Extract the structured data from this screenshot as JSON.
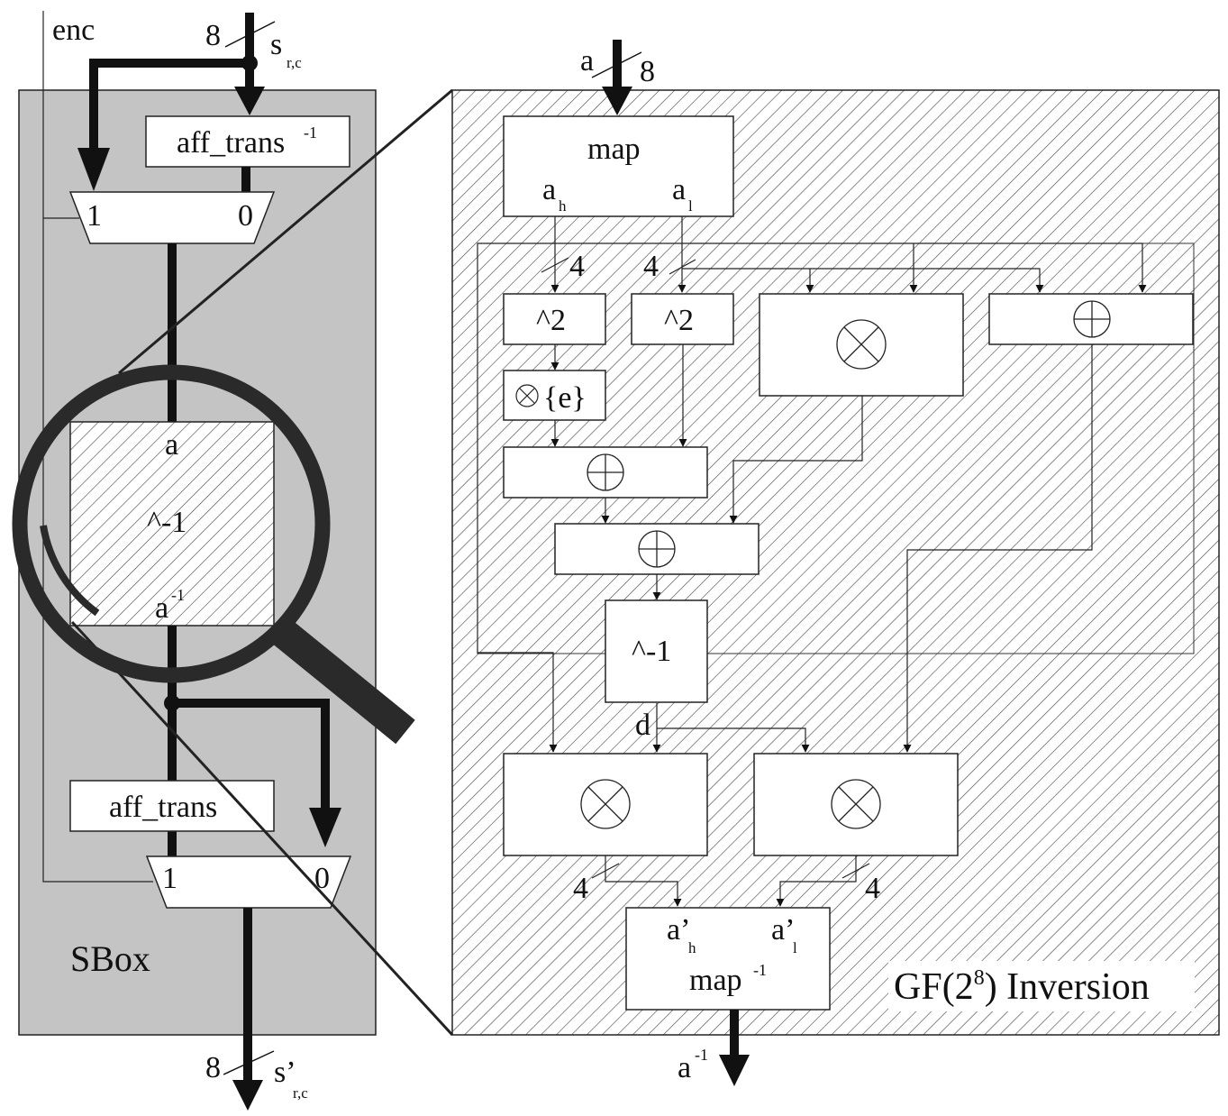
{
  "sbox": {
    "title": "SBox",
    "enc_label": "enc",
    "input_width": "8",
    "input_label": "s",
    "input_sub": "r,c",
    "output_width": "8",
    "output_label": "s’",
    "output_sub": "r,c",
    "aff_trans_inv": "aff_trans",
    "aff_trans_inv_sup": "-1",
    "aff_trans": "aff_trans",
    "mux_top": {
      "in1": "1",
      "in0": "0"
    },
    "mux_bottom": {
      "in1": "1",
      "in0": "0"
    },
    "inv_box": {
      "in": "a",
      "op": "^-1",
      "out": "a",
      "out_sup": "-1"
    }
  },
  "gf": {
    "title": "GF(2",
    "title_sup": "8",
    "title_tail": ") Inversion",
    "input_label": "a",
    "input_width": "8",
    "map": {
      "label": "map",
      "out_h": "a",
      "out_h_sub": "h",
      "out_l": "a",
      "out_l_sub": "l"
    },
    "widths": {
      "ah": "4",
      "al": "4",
      "out_h": "4",
      "out_l": "4"
    },
    "square_h": "^2",
    "square_l": "^2",
    "mul_e": "{e}",
    "inv": "^-1",
    "d_label": "d",
    "map_inv": {
      "in_h": "a’",
      "in_h_sub": "h",
      "in_l": "a’",
      "in_l_sub": "l",
      "label": "map",
      "label_sup": "-1"
    },
    "output_label": "a",
    "output_sup": "-1"
  }
}
